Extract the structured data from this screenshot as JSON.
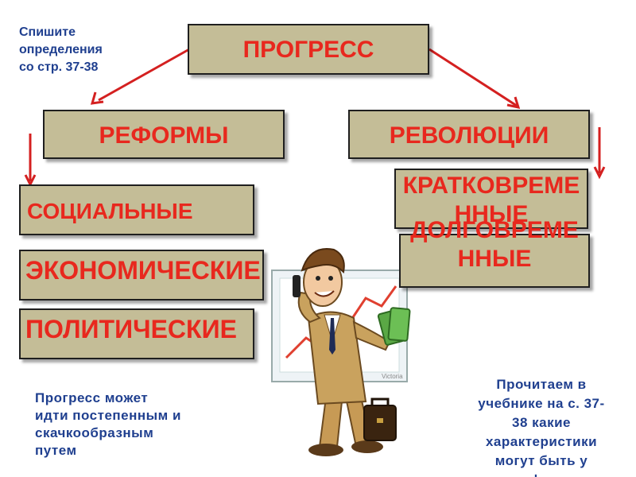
{
  "instruction_note": [
    "Спишите",
    "определения",
    "со стр. 37-38"
  ],
  "boxes": {
    "progress": "ПРОГРЕСС",
    "reforms": "РЕФОРМЫ",
    "revolutions": "РЕВОЛЮЦИИ",
    "social": "СОЦИАЛЬНЫЕ",
    "economic": "ЭКОНОМИЧЕСКИЕ",
    "political": "ПОЛИТИЧЕСКИЕ",
    "short_term": "КРАТКОВРЕМЕННЫЕ",
    "long_term": "ДОЛГОВРЕМЕННЫЕ"
  },
  "bottom_left_note": [
    "Прогресс может",
    "идти постепенным и",
    "скачкообразным",
    "путем"
  ],
  "bottom_right_note": [
    "Прочитаем в",
    "учебнике на с. 37-",
    "38 какие",
    "характеристики",
    "могут быть у",
    "реформ"
  ],
  "illustration": {
    "board_caption": "Victoria"
  },
  "colors": {
    "box_fill": "#c4bd97",
    "box_text": "#e8281e",
    "arrow": "#d42020",
    "note_text": "#1f3f8f"
  }
}
